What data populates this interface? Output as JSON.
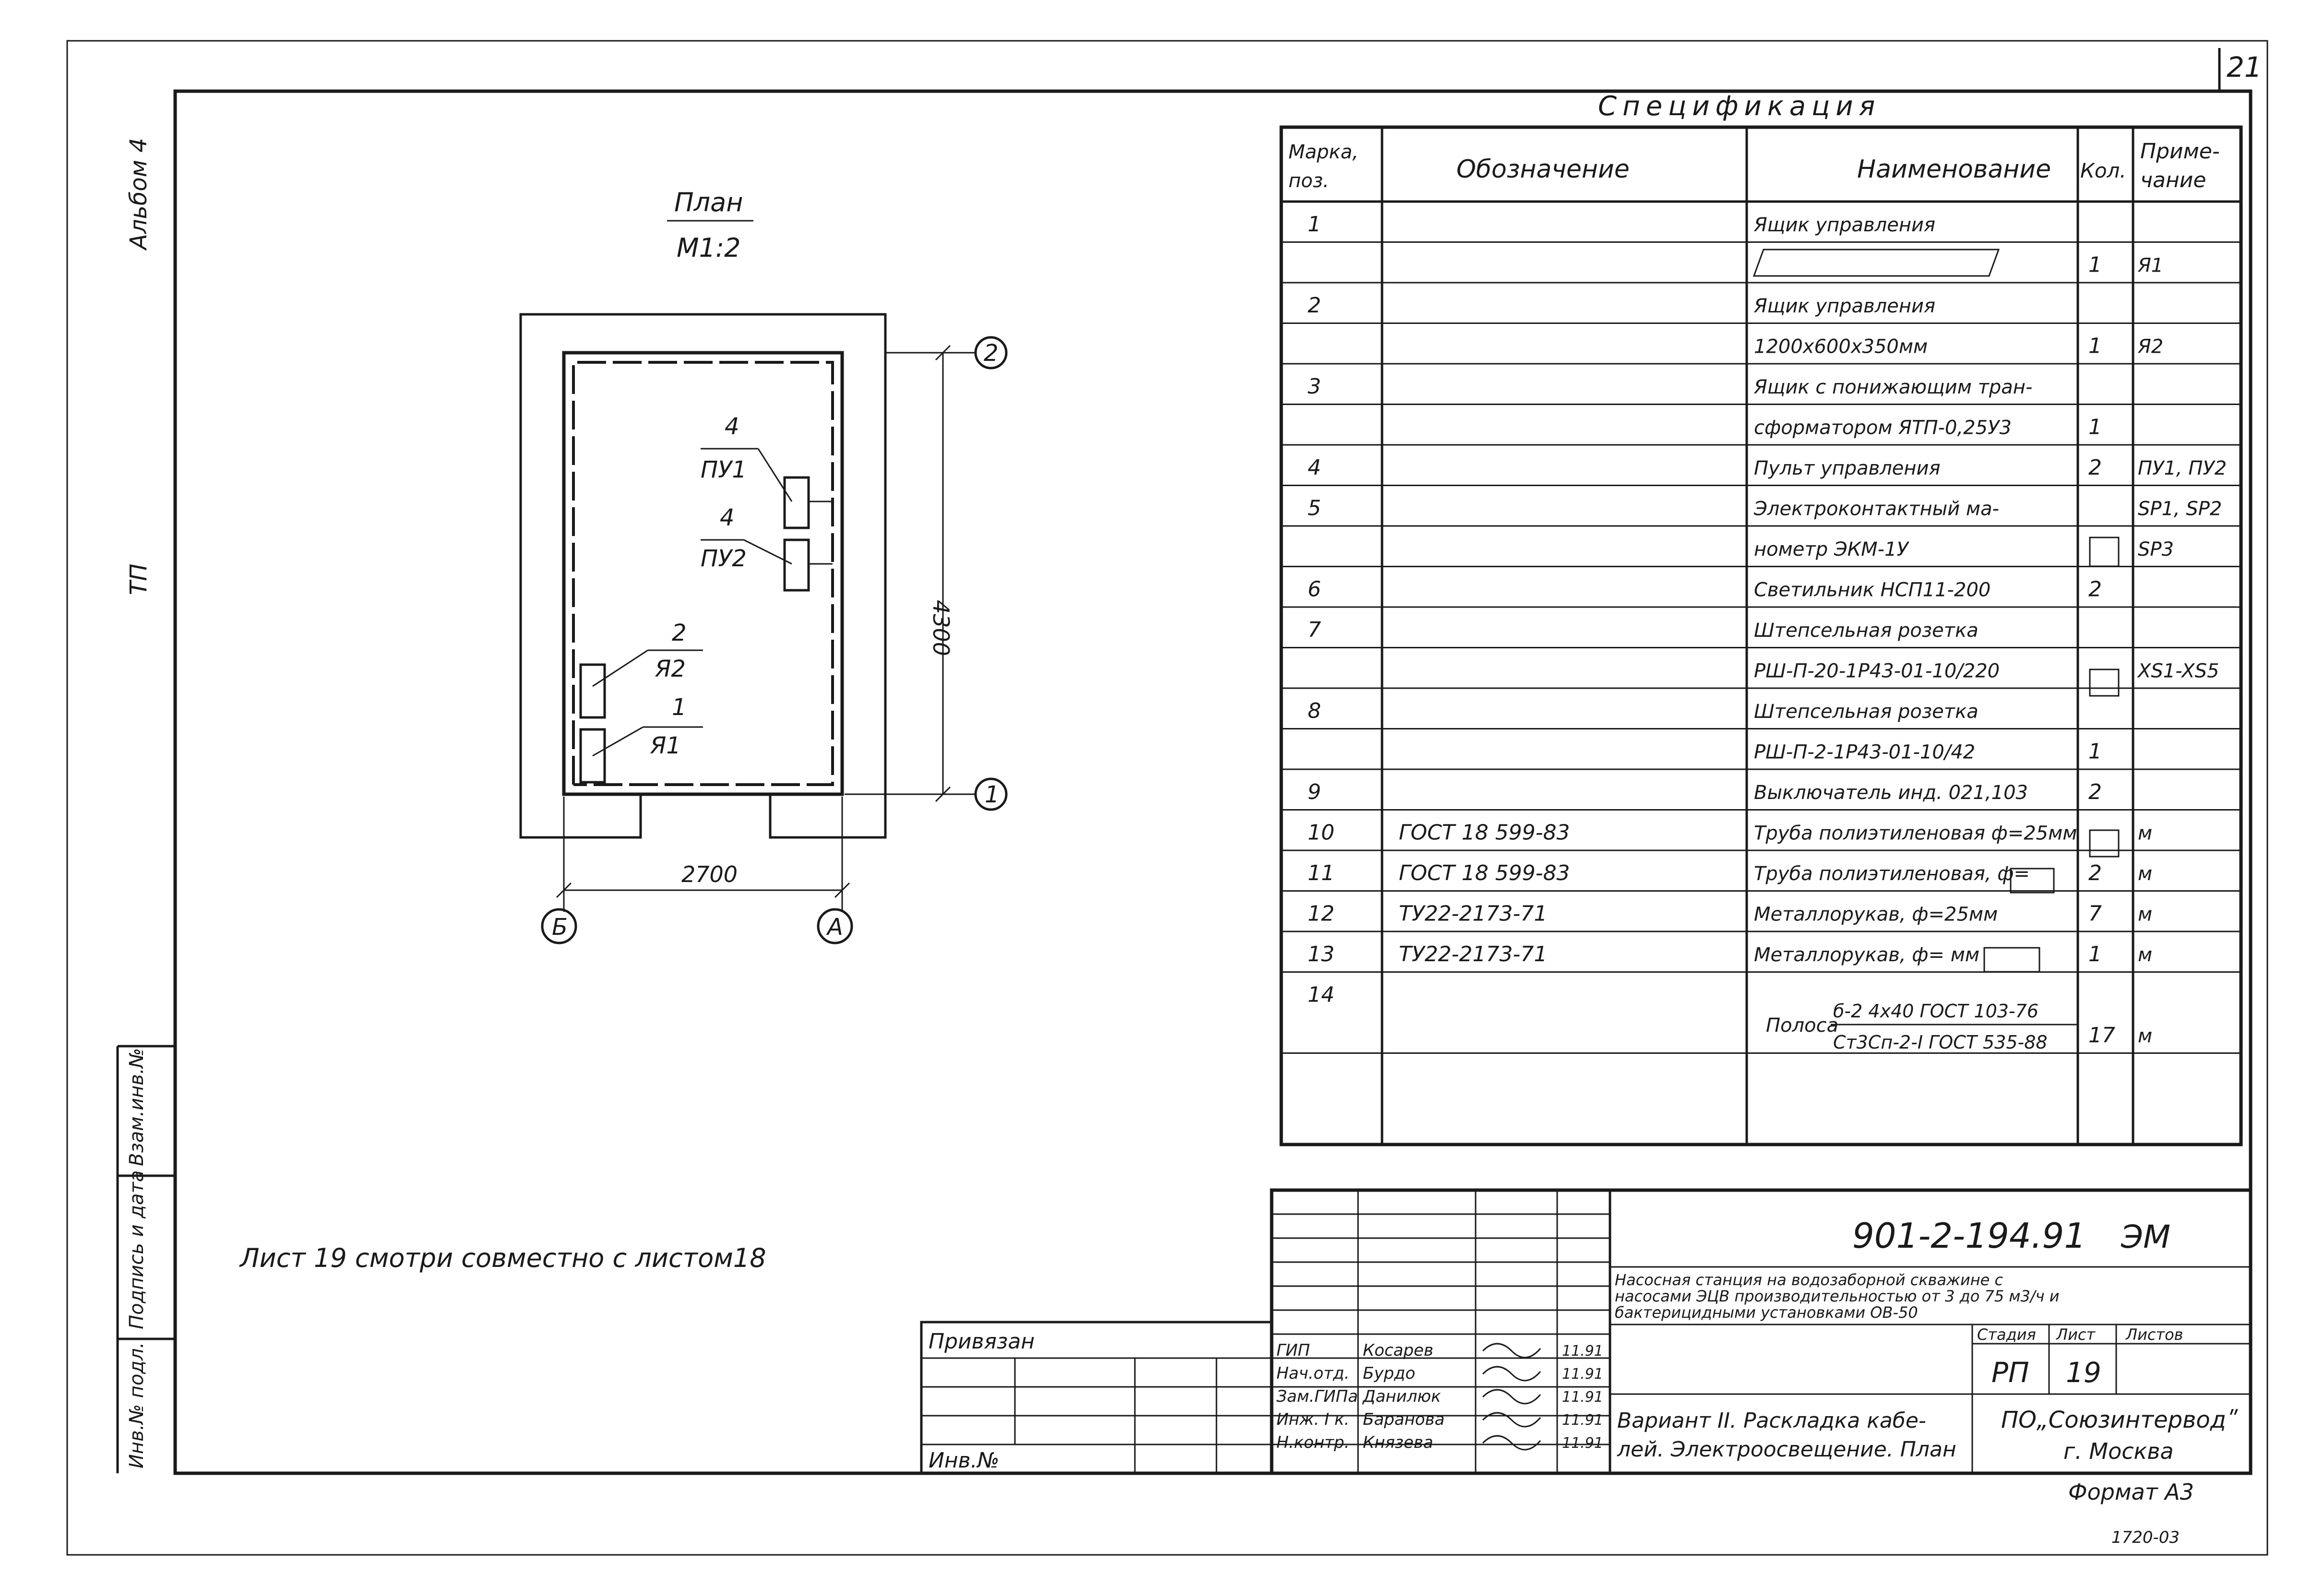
{
  "page": {
    "sheet_number": "21",
    "format": "Формат А3",
    "bottom_mark": "1720-03"
  },
  "left_margin": {
    "album": "Альбом 4",
    "section": "ТП",
    "vzam_inv": "Взам.инв.№",
    "podpis_data": "Подпись и дата",
    "inv_podl": "Инв.№ подл."
  },
  "plan": {
    "title": "План",
    "scale": "М1:2",
    "dim_width": "2700",
    "dim_height": "4300",
    "axes": {
      "a": "А",
      "b": "Б",
      "one": "1",
      "two": "2"
    },
    "labels": {
      "pu1_num": "4",
      "pu1": "ПУ1",
      "pu2_num": "4",
      "pu2": "ПУ2",
      "ya2_num": "2",
      "ya2": "Я2",
      "ya1_num": "1",
      "ya1": "Я1"
    }
  },
  "note": "Лист 19 смотри совместно с листом18",
  "spec": {
    "title": "Спецификация",
    "headers": [
      "Марка, поз.",
      "Обозначение",
      "Наименование",
      "Кол.",
      "Приме-чание"
    ],
    "header_mark_lines": [
      "Марка,",
      "поз."
    ],
    "header_note_lines": [
      "Приме-",
      "чание"
    ],
    "rows": [
      [
        "1",
        "",
        "Ящик управления",
        "",
        ""
      ],
      [
        "",
        "",
        "",
        "1",
        "Я1"
      ],
      [
        "2",
        "",
        "Ящик управления",
        "",
        ""
      ],
      [
        "",
        "",
        "1200х600х350мм",
        "1",
        "Я2"
      ],
      [
        "3",
        "",
        "Ящик с понижающим тран-",
        "",
        ""
      ],
      [
        "",
        "",
        "сформатором ЯТП-0,25У3",
        "1",
        ""
      ],
      [
        "4",
        "",
        "Пульт управления",
        "2",
        "ПУ1, ПУ2"
      ],
      [
        "5",
        "",
        "Электроконтактный ма-",
        "",
        "SP1, SP2"
      ],
      [
        "",
        "",
        "нометр ЭКМ-1У",
        "",
        "SP3"
      ],
      [
        "6",
        "",
        "Светильник НСП11-200",
        "2",
        ""
      ],
      [
        "7",
        "",
        "Штепсельная розетка",
        "",
        ""
      ],
      [
        "",
        "",
        "РШ-П-20-1Р43-01-10/220",
        "",
        "XS1-XS5"
      ],
      [
        "8",
        "",
        "Штепсельная розетка",
        "",
        ""
      ],
      [
        "",
        "",
        "РШ-П-2-1Р43-01-10/42",
        "1",
        ""
      ],
      [
        "9",
        "",
        "Выключатель инд. 021,103",
        "2",
        ""
      ],
      [
        "10",
        "ГОСТ 18 599-83",
        "Труба полиэтиленовая ф=25мм",
        "",
        "м"
      ],
      [
        "11",
        "ГОСТ 18 599-83",
        "Труба полиэтиленовая, ф=",
        "2",
        "м"
      ],
      [
        "12",
        "ТУ22-2173-71",
        "Металлорукав, ф=25мм",
        "7",
        "м"
      ],
      [
        "13",
        "ТУ22-2173-71",
        "Металлорукав, ф=       мм",
        "1",
        "м"
      ],
      [
        "14",
        "",
        "Полоса",
        "",
        ""
      ],
      [
        "",
        "",
        "",
        "17",
        "м"
      ],
      [
        "",
        "",
        "",
        "",
        ""
      ]
    ],
    "polosa_top": "б-2 4х40 ГОСТ 103-76",
    "polosa_bottom": "Ст3Сп-2-I ГОСТ 535-88"
  },
  "title_block": {
    "doc_code": "901-2-194.91",
    "doc_mark": "ЭМ",
    "description_lines": [
      "Насосная станция на водозаборной скважине с",
      "насосами ЭЦВ производительностью от 3 до 75 м3/ч и",
      "бактерицидными установками ОВ-50"
    ],
    "stage_header": "Стадия",
    "sheet_header": "Лист",
    "sheets_header": "Листов",
    "stage": "РП",
    "sheet": "19",
    "sheet_name_lines": [
      "Вариант II. Раскладка кабе-",
      "лей. Электроосвещение. План"
    ],
    "org_lines": [
      "ПО„Союзинтерводʺ",
      "г. Москва"
    ],
    "privyazan": "Привязан",
    "inv_no": "Инв.№",
    "signers": [
      {
        "role": "ГИП",
        "name": "Косарев",
        "date": "11.91"
      },
      {
        "role": "Нач.отд.",
        "name": "Бурдо",
        "date": "11.91"
      },
      {
        "role": "Зам.ГИПа",
        "name": "Данилюк",
        "date": "11.91"
      },
      {
        "role": "Инж. I к.",
        "name": "Баранова",
        "date": "11.91"
      },
      {
        "role": "Н.контр.",
        "name": "Князева",
        "date": "11.91"
      }
    ]
  }
}
